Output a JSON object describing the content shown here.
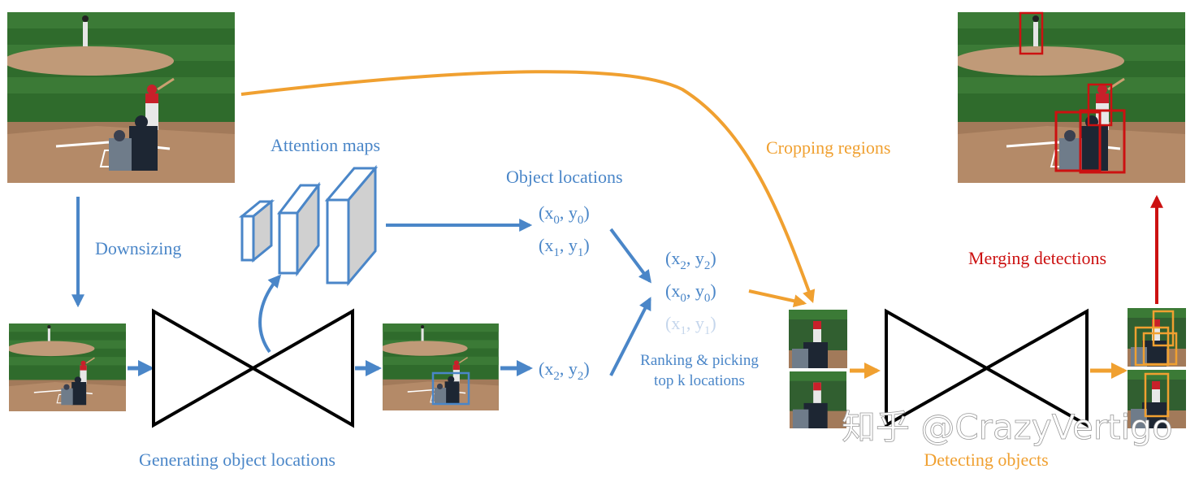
{
  "labels": {
    "attention_maps": "Attention maps",
    "downsizing": "Downsizing",
    "object_locations": "Object locations",
    "cropping_regions": "Cropping regions",
    "merging_detections": "Merging detections",
    "generating_object_locations": "Generating object locations",
    "ranking_line1": "Ranking & picking",
    "ranking_line2": "top k locations",
    "detecting_objects": "Detecting objects"
  },
  "coords": {
    "list_a": [
      {
        "x": "x",
        "xs": "0",
        "y": "y",
        "ys": "0"
      },
      {
        "x": "x",
        "xs": "1",
        "y": "y",
        "ys": "1"
      }
    ],
    "generated": {
      "x": "x",
      "xs": "2",
      "y": "y",
      "ys": "2"
    },
    "ranked": [
      {
        "x": "x",
        "xs": "2",
        "y": "y",
        "ys": "2"
      },
      {
        "x": "x",
        "xs": "0",
        "y": "y",
        "ys": "0"
      },
      {
        "x": "x",
        "xs": "1",
        "y": "y",
        "ys": "1"
      }
    ]
  },
  "watermark": "知乎 @CrazyVertigo",
  "colors": {
    "blue": "#4a86c8",
    "orange": "#f0a030",
    "red": "#cc1111",
    "grass": "#3d7a35",
    "dirt": "#b98c6a"
  }
}
